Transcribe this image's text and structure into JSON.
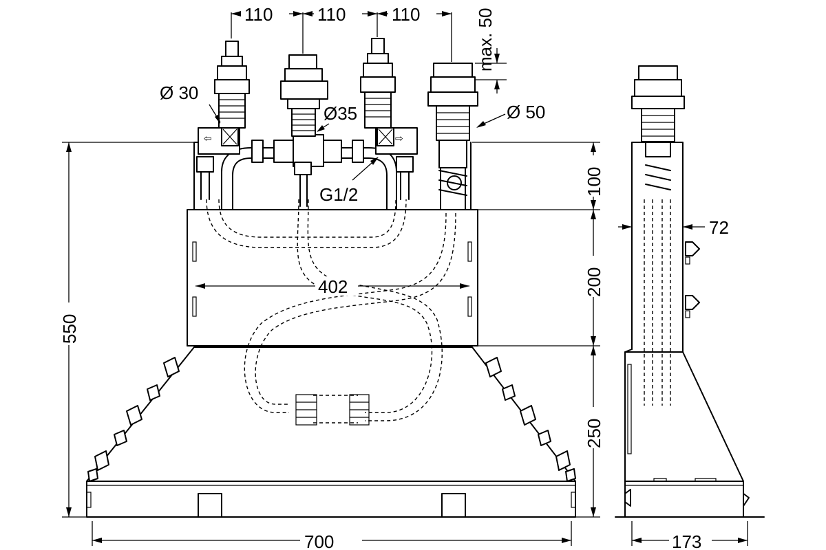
{
  "dimensions": {
    "spacing_1": "110",
    "spacing_2": "110",
    "spacing_3": "110",
    "max_50": "max. 50",
    "dia_30": "Ø 30",
    "dia_35": "Ø35",
    "dia_50": "Ø 50",
    "thread": "G1/2",
    "width_402": "402",
    "height_550": "550",
    "height_100": "100",
    "height_200": "200",
    "height_250": "250",
    "width_700": "700",
    "width_173": "173",
    "depth_72": "72"
  }
}
